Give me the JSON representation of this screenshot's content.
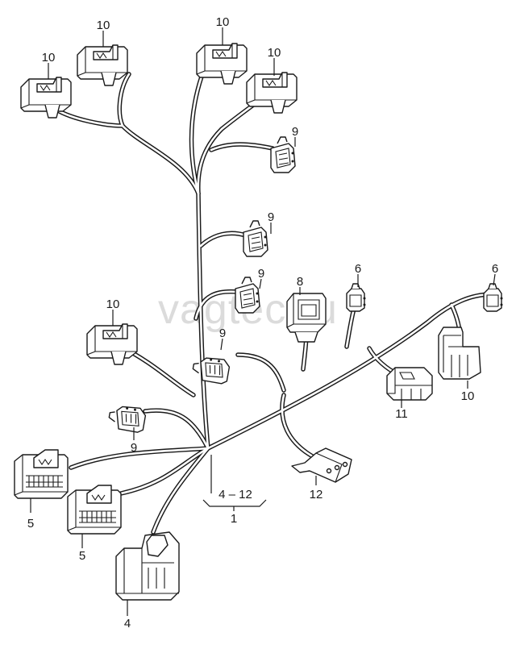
{
  "watermark": "vagtec.ru",
  "callouts": {
    "c10a": "10",
    "c10b": "10",
    "c10c": "10",
    "c10d": "10",
    "c10e": "10",
    "c10f": "10",
    "c9a": "9",
    "c9b": "9",
    "c9c": "9",
    "c9d": "9",
    "c9e": "9",
    "c8": "8",
    "c6a": "6",
    "c6b": "6",
    "c11": "11",
    "c12": "12",
    "c5a": "5",
    "c5b": "5",
    "c4": "4",
    "range": "4 – 12",
    "main": "1"
  }
}
